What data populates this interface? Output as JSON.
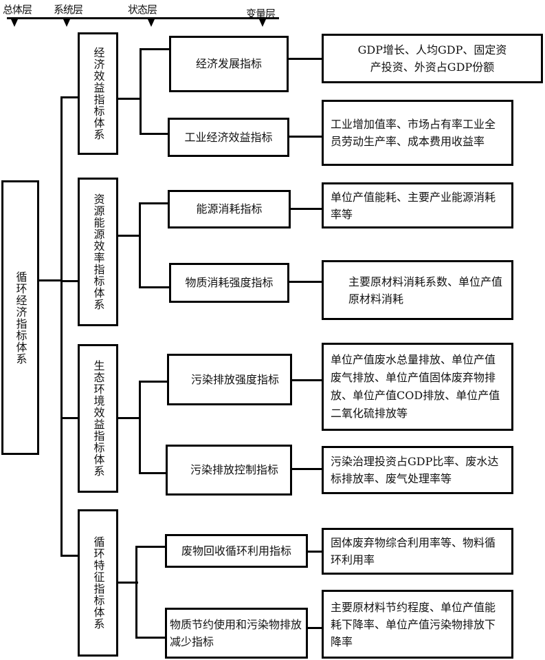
{
  "header": {
    "layers": [
      "总体层",
      "系统层",
      "状态层",
      "变量层"
    ]
  },
  "root": {
    "label": "循环经济指标体系"
  },
  "systems": [
    {
      "label": "经济效益指标体系",
      "states": [
        {
          "label": "经济发展指标",
          "variables": "GDP增长、人均GDP、固定资产投资、外资占GDP份额"
        },
        {
          "label": "工业经济效益指标",
          "variables": "工业增加值率、市场占有率工业全员劳动生产率、成本费用收益率"
        }
      ]
    },
    {
      "label": "资源能源效率指标体系",
      "states": [
        {
          "label": "能源消耗指标",
          "variables": "单位产值能耗、主要产业能源消耗率等"
        },
        {
          "label": "物质消耗强度指标",
          "variables": "主要原材料消耗系数、单位产值原材料消耗"
        }
      ]
    },
    {
      "label": "生态环境效益指标体系",
      "states": [
        {
          "label": "污染排放强度指标",
          "variables": "单位产值废水总量排放、单位产值废气排放、单位产值固体废弃物排放、单位产值COD排放、单位产值二氧化硫排放等"
        },
        {
          "label": "污染排放控制指标",
          "variables": "污染治理投资占GDP比率、废水达标排放率、废气处理率等"
        }
      ]
    },
    {
      "label": "循环特征指标体系",
      "states": [
        {
          "label": "废物回收循环利用指标",
          "variables": "固体废弃物综合利用率等、物料循环利用率"
        },
        {
          "label": "物质节约使用和污染物排放减少指标",
          "variables": "主要原材料节约程度、单位产值能耗下降率、单位产值污染物排放下降率"
        }
      ]
    }
  ]
}
